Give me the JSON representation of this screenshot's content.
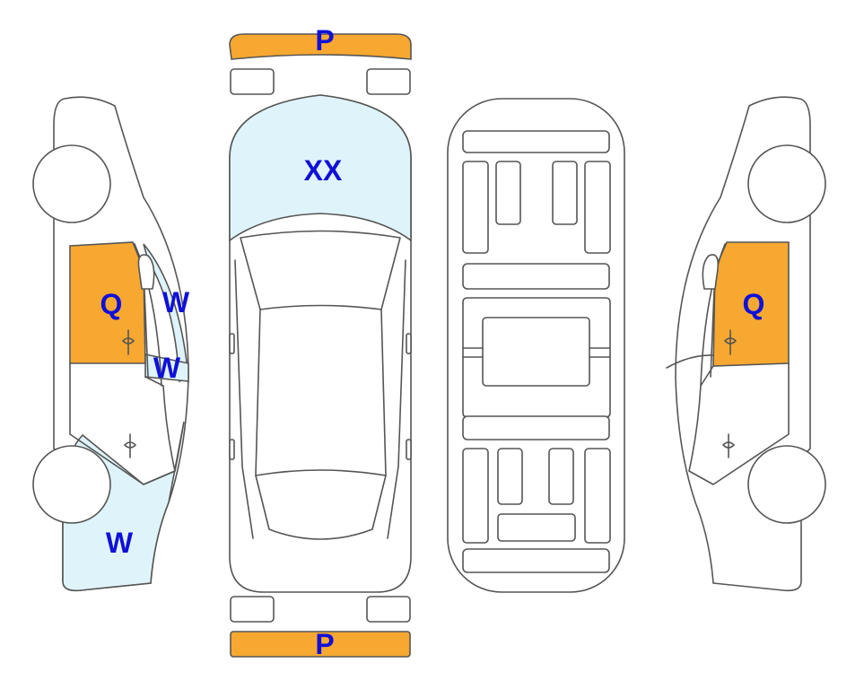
{
  "colors": {
    "orange": "#F7A831",
    "light_blue": "#DFF4FA",
    "label": "#1010D8",
    "outline": "#555555"
  },
  "labels": {
    "front_bumper": "P",
    "rear_bumper": "P",
    "hood": "XX",
    "left_front_door": "Q",
    "left_windshield_edge": "W",
    "left_front_window": "W",
    "left_front_fender": "W",
    "right_front_door": "Q"
  }
}
